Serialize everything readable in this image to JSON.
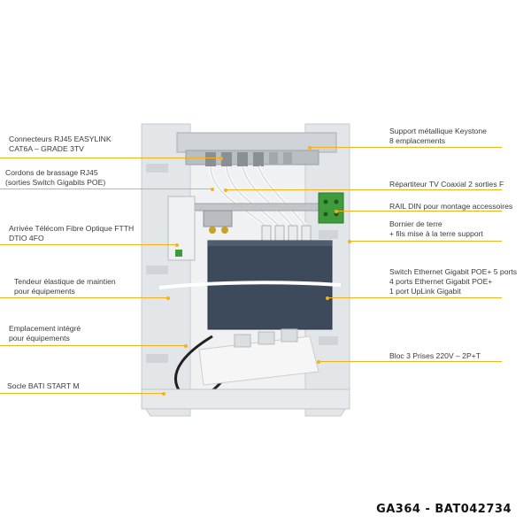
{
  "labels": {
    "left": [
      "Connecteurs RJ45 EASYLINK\nCAT6A  – GRADE 3TV",
      "Cordons de brassage RJ45\n(sorties Switch Gigabits POE)",
      "Arrivée Télécom Fibre Optique FTTH\nDTIO 4FO",
      "Tendeur élastique de maintien\npour équipements",
      "Emplacement intégré\npour équipements",
      "Socle BATI START M"
    ],
    "right": [
      "Support métallique Keystone\n8 emplacements",
      "Répartiteur TV Coaxial 2 sorties F",
      "RAIL DIN pour montage accessoires",
      "Bornier de terre\n+ fils mise à la terre support",
      "Switch Ethernet Gigabit POE+ 5 ports\n4 ports Ethernet Gigabit POE+\n1 port UpLink Gigabit",
      "Bloc 3 Prises 220V – 2P+T"
    ]
  },
  "product_ref": "GA364 - BAT042734",
  "colors": {
    "leader": "#f2b21b",
    "frame": "#e6e8ea",
    "switch": "#3d4a5c",
    "din_green": "#3f9b3c"
  }
}
